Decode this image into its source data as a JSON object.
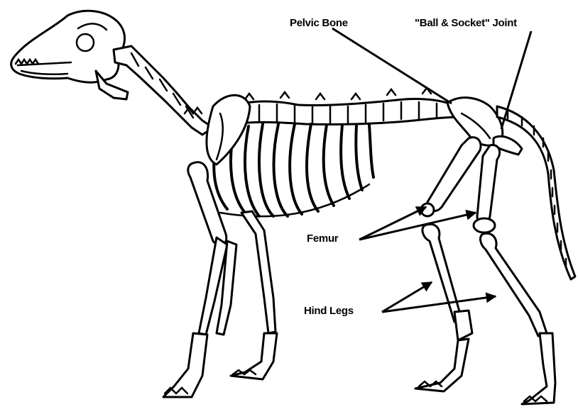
{
  "labels": {
    "pelvic_bone": "Pelvic Bone",
    "ball_socket": "\"Ball & Socket\" Joint",
    "femur": "Femur",
    "hind_legs": "Hind Legs"
  },
  "colors": {
    "line": "#000000",
    "background": "#ffffff"
  }
}
